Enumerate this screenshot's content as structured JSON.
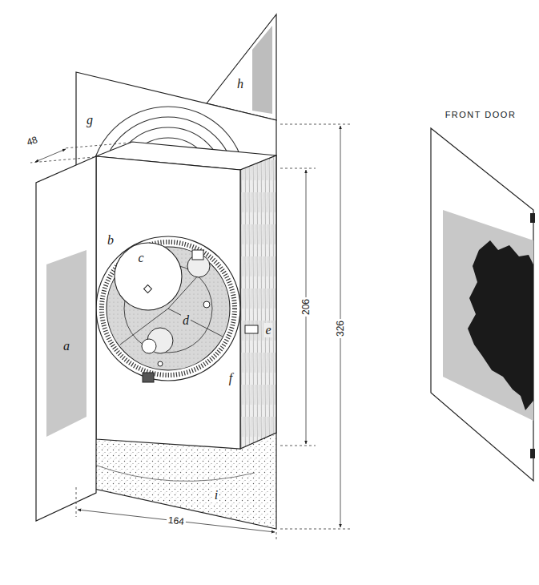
{
  "diagram": {
    "labels": [
      "48",
      "a",
      "b",
      "c",
      "d",
      "e",
      "f",
      "g",
      "h",
      "i",
      "206",
      "326",
      "164",
      "FRONT DOOR"
    ]
  }
}
